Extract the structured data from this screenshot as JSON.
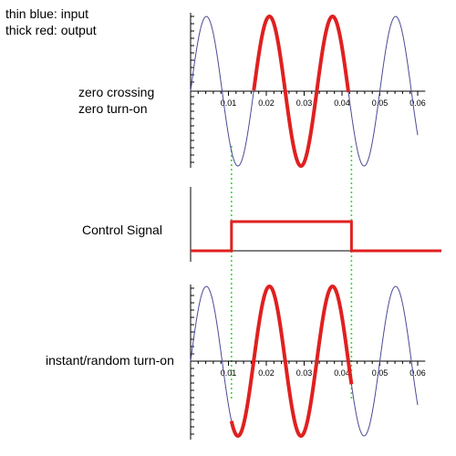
{
  "legend": {
    "input_label": "thin blue: input",
    "output_label": "thick red: output"
  },
  "panels": {
    "zero_crossing": {
      "line1": "zero crossing",
      "line2": "zero turn-on"
    },
    "control": {
      "label": "Control Signal"
    },
    "instant": {
      "label": "instant/random turn-on"
    }
  },
  "colors": {
    "input": "#4b4b96",
    "output": "#e02020",
    "guide": "#33dd33",
    "axis": "#000000"
  },
  "chart_data": [
    {
      "type": "line",
      "name": "zero crossing turn-on",
      "xlim": [
        0,
        0.062
      ],
      "x_ticks": [
        "0.01",
        "0.02",
        "0.03",
        "0.04",
        "0.05",
        "0.06"
      ],
      "series": [
        {
          "name": "thin blue: input",
          "function": "sin(2*pi*60*t)",
          "x_range": [
            0,
            0.06
          ]
        },
        {
          "name": "thick red: output",
          "x_range": [
            0.0167,
            0.0417
          ]
        }
      ]
    },
    {
      "type": "line",
      "name": "control signal",
      "x_range": [
        0,
        0.075
      ],
      "steps": [
        {
          "x": 0,
          "y": 0
        },
        {
          "x": 0.0108,
          "y": 1
        },
        {
          "x": 0.0425,
          "y": 0
        }
      ]
    },
    {
      "type": "line",
      "name": "instant/random turn-on",
      "xlim": [
        0,
        0.062
      ],
      "x_ticks": [
        "0.01",
        "0.02",
        "0.03",
        "0.04",
        "0.05",
        "0.06"
      ],
      "series": [
        {
          "name": "thin blue: input",
          "function": "sin(2*pi*60*t)",
          "x_range": [
            0,
            0.06
          ]
        },
        {
          "name": "thick red: output",
          "x_range": [
            0.0108,
            0.0425
          ]
        }
      ]
    }
  ]
}
